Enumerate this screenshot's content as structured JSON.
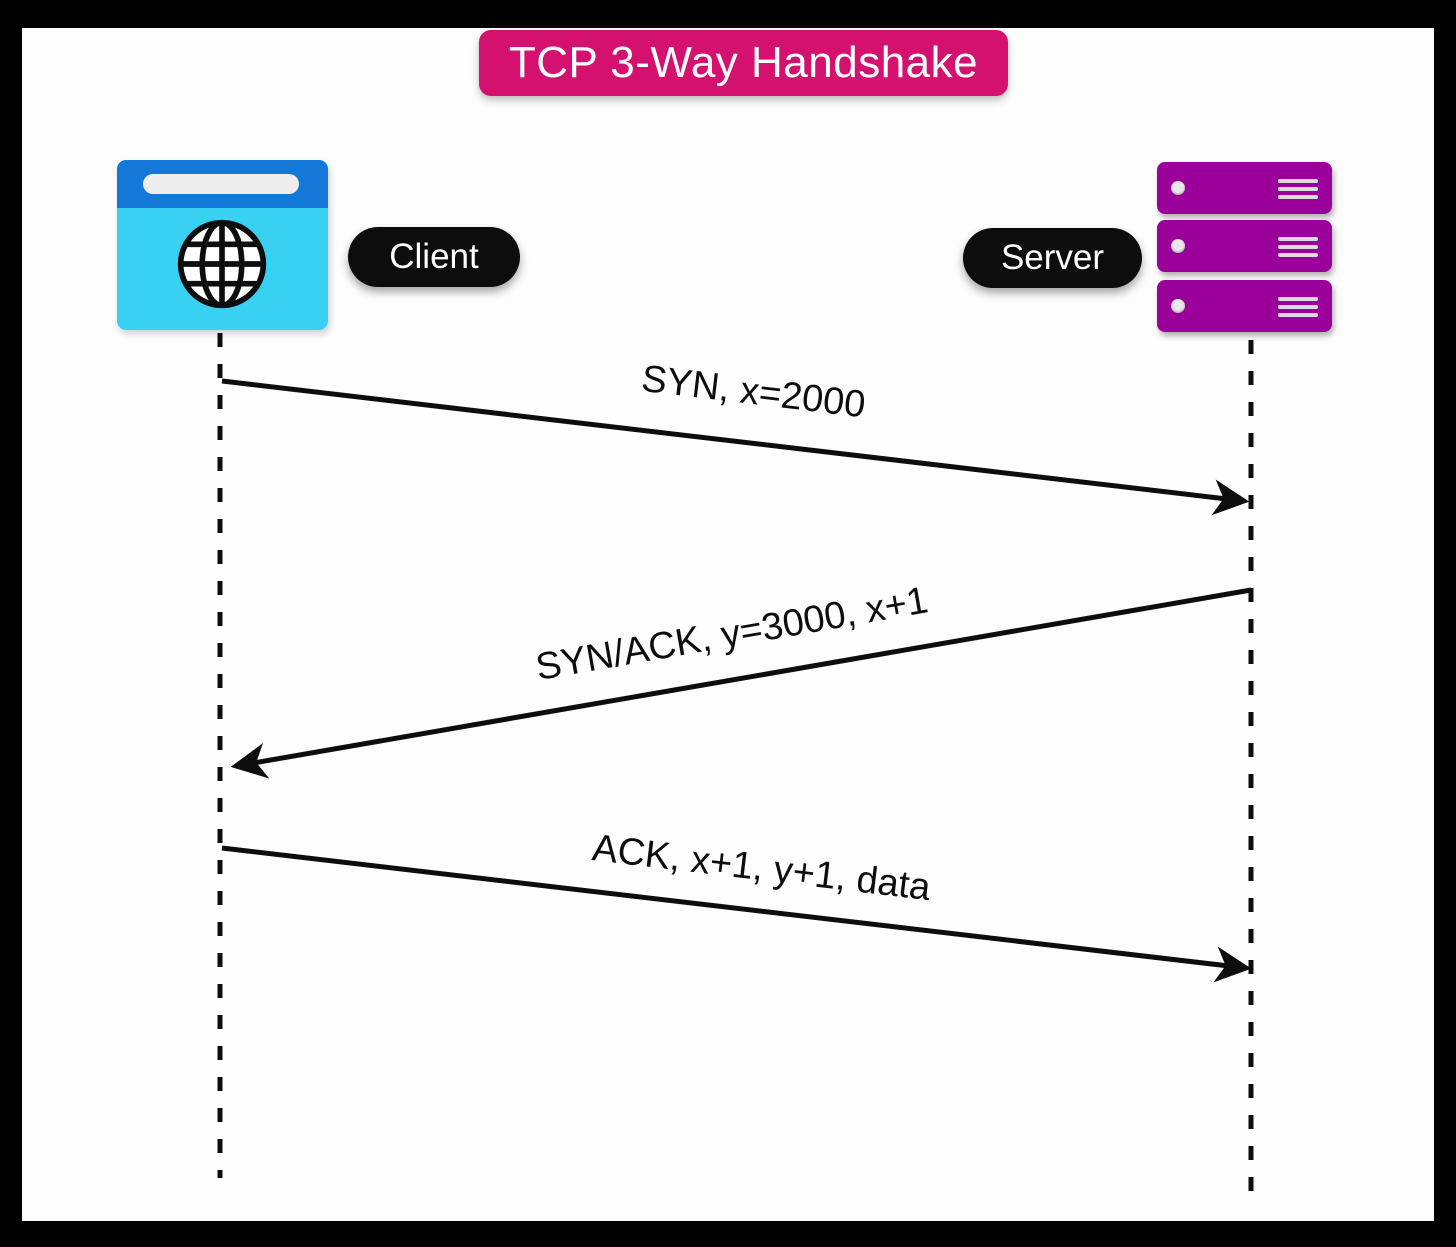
{
  "title": "TCP 3-Way Handshake",
  "actors": {
    "client": {
      "label": "Client",
      "icon": "browser-globe-icon"
    },
    "server": {
      "label": "Server",
      "icon": "server-stack-icon"
    }
  },
  "messages": [
    {
      "from": "Client",
      "to": "Server",
      "label": "SYN, x=2000"
    },
    {
      "from": "Server",
      "to": "Client",
      "label": "SYN/ACK, y=3000, x+1"
    },
    {
      "from": "Client",
      "to": "Server",
      "label": "ACK, x+1, y+1, data"
    }
  ],
  "colors": {
    "frame": "#000000",
    "paper": "#fdfdfd",
    "title_bg": "#d4116e",
    "label_pill_bg": "#0d0d0d",
    "client_top_bar": "#1478d8",
    "client_body": "#38d1f2",
    "server_unit": "#9b009b",
    "line": "#0d0d0d"
  }
}
